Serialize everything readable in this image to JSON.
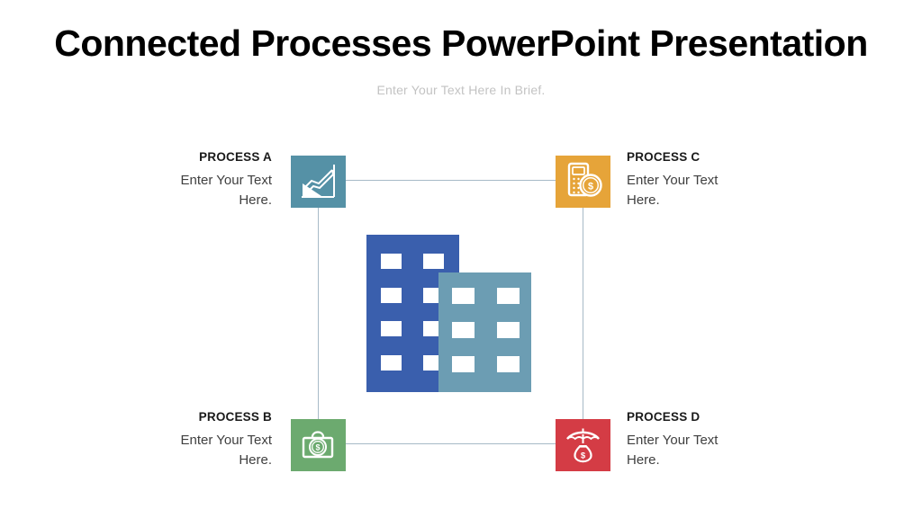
{
  "slide": {
    "title": "Connected Processes PowerPoint Presentation",
    "subtitle": "Enter Your Text Here In Brief."
  },
  "processes": [
    {
      "label": "PROCESS A",
      "description": "Enter Your Text Here.",
      "icon": "area-chart-icon",
      "position": "top-left",
      "color": "#5591A6"
    },
    {
      "label": "PROCESS C",
      "description": "Enter Your Text Here.",
      "icon": "calculator-dollar-icon",
      "position": "top-right",
      "color": "#E6A439"
    },
    {
      "label": "PROCESS B",
      "description": "Enter Your Text Here.",
      "icon": "money-briefcase-icon",
      "position": "bottom-left",
      "color": "#6CAA6F"
    },
    {
      "label": "PROCESS D",
      "description": "Enter Your Text Here.",
      "icon": "umbrella-moneybag-icon",
      "position": "bottom-right",
      "color": "#D43C45"
    }
  ],
  "diagram": {
    "connector_line_color": "#A7BAC7"
  },
  "center_graphic": {
    "name": "office-buildings",
    "building_dark_color": "#3A5FAD",
    "building_light_color": "#6C9DB3"
  }
}
